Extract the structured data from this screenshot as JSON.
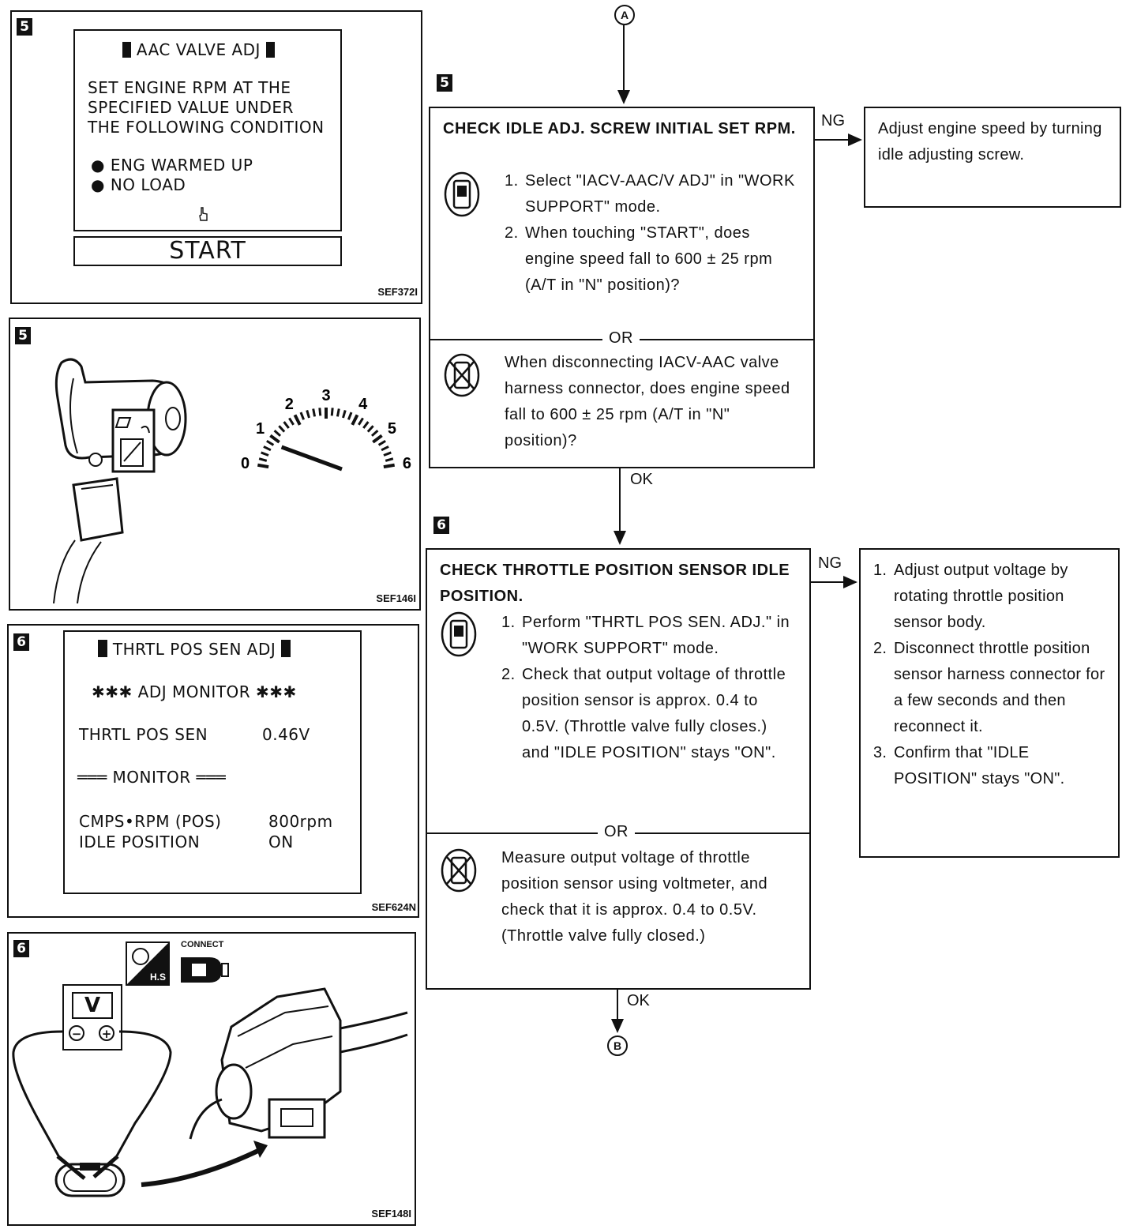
{
  "connectors": {
    "top": "A",
    "bottom": "B"
  },
  "left_panels": {
    "p1": {
      "step": "5",
      "code": "SEF372I",
      "screen_title": "AAC VALVE ADJ",
      "screen_lines": [
        "SET ENGINE RPM AT THE",
        "SPECIFIED VALUE UNDER",
        "THE FOLLOWING CONDITION"
      ],
      "bullets": [
        "ENG WARMED UP",
        "NO LOAD"
      ],
      "start_button": "START"
    },
    "p2": {
      "step": "5",
      "code": "SEF146I",
      "gauge_ticks": [
        "0",
        "1",
        "2",
        "3",
        "4",
        "5",
        "6"
      ]
    },
    "p3": {
      "step": "6",
      "code": "SEF624N",
      "screen_title": "THRTL POS SEN ADJ",
      "adj_monitor": "✱✱✱ ADJ MONITOR ✱✱✱",
      "sensor_label": "THRTL POS SEN",
      "sensor_value": "0.46V",
      "monitor": "═══ MONITOR ═══",
      "rows": [
        {
          "label": "CMPS•RPM (POS)",
          "value": "800rpm"
        },
        {
          "label": "IDLE POSITION",
          "value": "ON"
        }
      ]
    },
    "p4": {
      "step": "6",
      "code": "SEF148I",
      "hs_label": "H.S",
      "connect_label": "CONNECT",
      "meter_label": "V"
    }
  },
  "flow": {
    "step5": {
      "step": "5",
      "title": "CHECK IDLE ADJ. SCREW INITIAL SET RPM.",
      "items": [
        {
          "num": "1.",
          "text": "Select \"IACV-AAC/V ADJ\" in \"WORK SUPPORT\" mode."
        },
        {
          "num": "2.",
          "text": "When touching \"START\", does engine speed fall to 600 ± 25 rpm (A/T in \"N\" position)?"
        }
      ],
      "or": "OR",
      "alt_text": "When disconnecting IACV-AAC valve harness connector, does engine speed fall to 600 ± 25 rpm (A/T in \"N\" position)?",
      "ng": "NG",
      "ok": "OK",
      "ng_result": "Adjust engine speed by turning idle adjusting screw."
    },
    "step6": {
      "step": "6",
      "title": "CHECK THROTTLE POSITION SENSOR IDLE POSITION.",
      "items": [
        {
          "num": "1.",
          "text": "Perform \"THRTL POS SEN. ADJ.\" in \"WORK SUPPORT\" mode."
        },
        {
          "num": "2.",
          "text": "Check that output voltage of throttle position sensor is approx. 0.4 to 0.5V. (Throttle valve fully closes.) and \"IDLE POSITION\" stays \"ON\"."
        }
      ],
      "or": "OR",
      "alt_text": "Measure output voltage of throttle position sensor using voltmeter, and check that it is approx. 0.4 to 0.5V. (Throttle valve fully closed.)",
      "ng": "NG",
      "ok": "OK",
      "ng_items": [
        {
          "num": "1.",
          "text": "Adjust output voltage by rotating throttle position sensor body."
        },
        {
          "num": "2.",
          "text": "Disconnect throttle position sensor harness connector for a few seconds and then reconnect it."
        },
        {
          "num": "3.",
          "text": "Confirm that \"IDLE POSITION\" stays \"ON\"."
        }
      ]
    }
  }
}
